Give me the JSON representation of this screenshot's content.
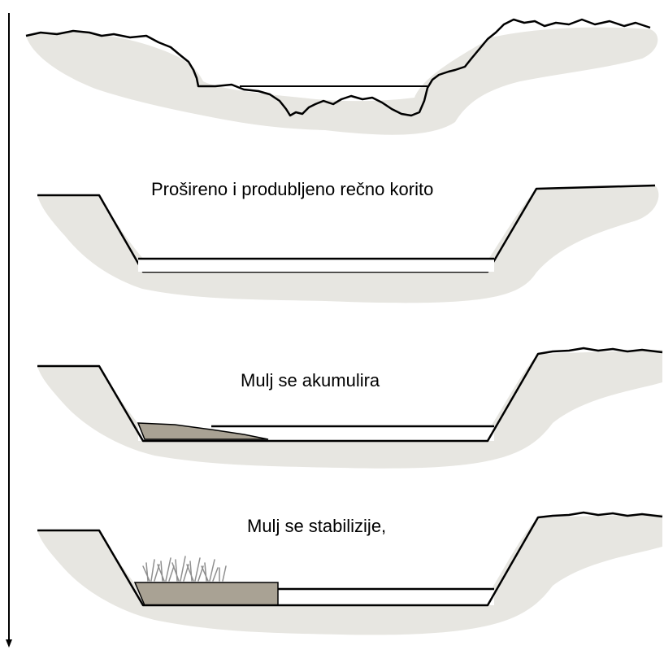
{
  "diagram": {
    "labels": {
      "stage2": "Prošireno i produbljeno rečno korito",
      "stage3": "Mulj se akumulira",
      "stage4": "Mulj se stabilizije,"
    },
    "colors": {
      "ground": "#e7e6e1",
      "outline": "#000000",
      "water": "#ffffff",
      "silt": "#a9a294",
      "vegetation": "#8f8f8f"
    }
  }
}
